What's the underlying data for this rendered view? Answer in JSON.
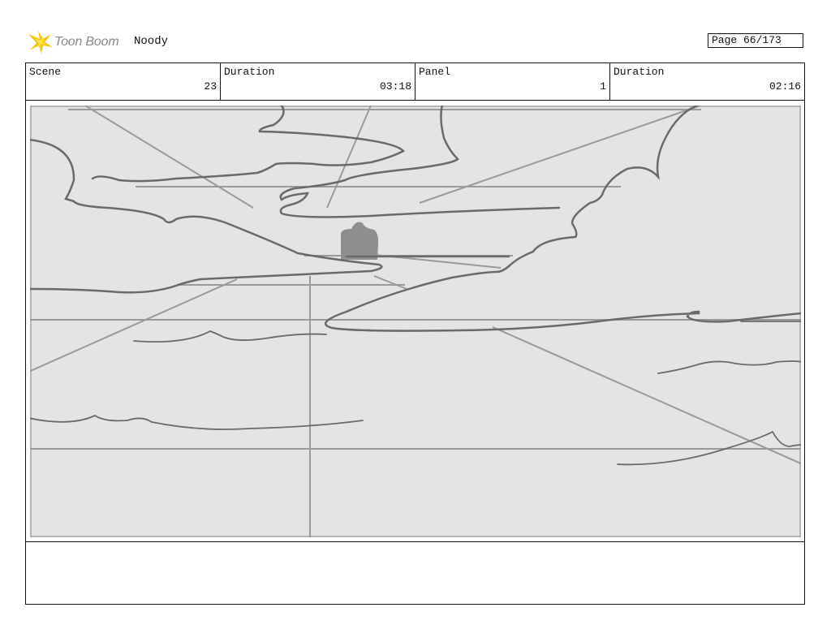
{
  "header": {
    "logo_text": "Toon Boom",
    "project_title": "Noody",
    "page_label": "Page 66/173"
  },
  "info": {
    "scene_label": "Scene",
    "scene_value": "23",
    "duration_label": "Duration",
    "scene_duration": "03:18",
    "panel_label": "Panel",
    "panel_value": "1",
    "panel_duration_label": "Duration",
    "panel_duration": "02:16"
  },
  "notes": {
    "text": ""
  },
  "colors": {
    "logo_yellow": "#f5c400",
    "logo_text": "#8a8a8a",
    "sketch_background": "#e4e4e4",
    "sketch_line": "#6a6a6a",
    "guide_line": "#9a9a9a"
  }
}
